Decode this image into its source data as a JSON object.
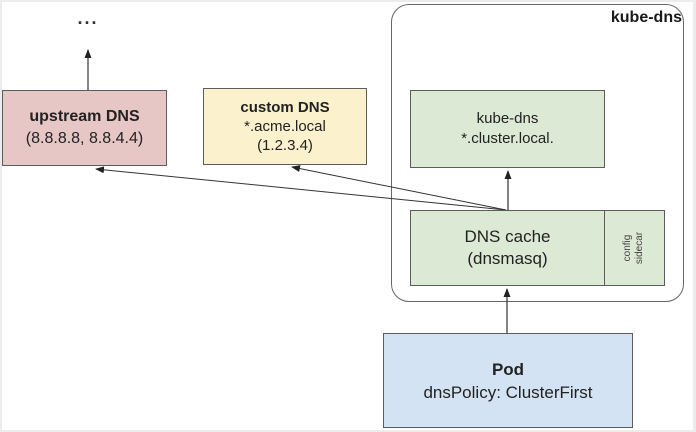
{
  "ellipsis": "...",
  "cluster": {
    "label": "kube-dns"
  },
  "boxes": {
    "upstream_dns": {
      "line1": "upstream DNS",
      "line2": "(8.8.8.8, 8.8.4.4)",
      "fill": "#e7c6c6"
    },
    "custom_dns": {
      "line1": "custom DNS",
      "line2": "*.acme.local",
      "line3": "(1.2.3.4)",
      "fill": "#fbf1cd"
    },
    "kube_dns_service": {
      "line1": "kube-dns",
      "line2": "*.cluster.local.",
      "fill": "#dce9d5"
    },
    "dns_cache": {
      "line1": "DNS cache",
      "line2": "(dnsmasq)",
      "fill": "#dce9d5"
    },
    "config_sidecar": {
      "line1": "config",
      "line2": "sidecar"
    },
    "pod": {
      "line1": "Pod",
      "line2": "dnsPolicy: ClusterFirst",
      "fill": "#d3e3f3"
    }
  },
  "connections": [
    {
      "from": "upstream-dns",
      "to": "ellipsis"
    },
    {
      "from": "dns-cache",
      "to": "upstream-dns"
    },
    {
      "from": "dns-cache",
      "to": "custom-dns"
    },
    {
      "from": "dns-cache",
      "to": "kube-dns-service"
    },
    {
      "from": "pod",
      "to": "dns-cache"
    }
  ],
  "colors": {
    "box_border": "#5c5c5c",
    "cluster_border": "#666666",
    "line": "#333333",
    "page_edge": "#ececec",
    "text": "#222222"
  }
}
